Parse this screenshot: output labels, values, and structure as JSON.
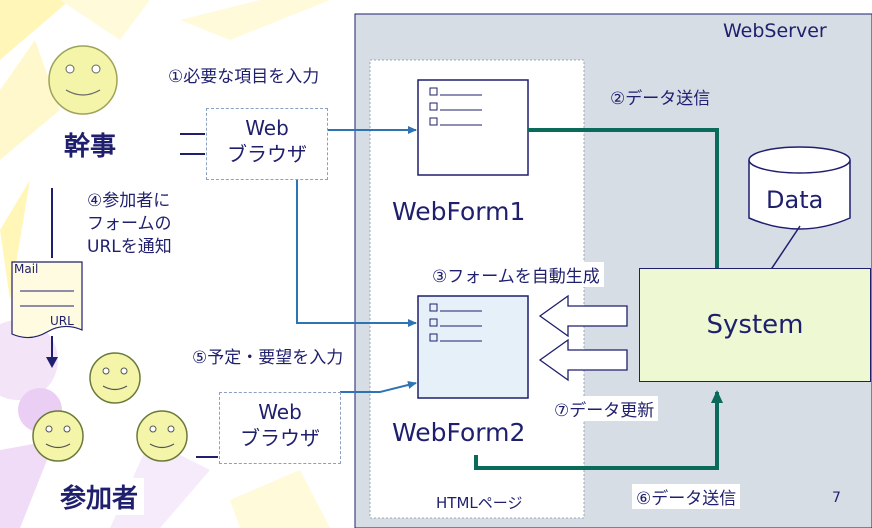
{
  "server": {
    "title": "WebServer"
  },
  "html_page": {
    "label": "HTMLページ"
  },
  "actors": {
    "organizer": "幹事",
    "participants": "参加者"
  },
  "browsers": [
    {
      "line1": "Web",
      "line2": "ブラウザ"
    },
    {
      "line1": "Web",
      "line2": "ブラウザ"
    }
  ],
  "forms": {
    "form1": "WebForm1",
    "form2": "WebForm2"
  },
  "system": {
    "label": "System"
  },
  "database": {
    "label": "Data"
  },
  "mail": {
    "title": "Mail",
    "url": "URL"
  },
  "steps": {
    "s1": "①必要な項目を入力",
    "s2": "②データ送信",
    "s3": "③フォームを自動生成",
    "s4_l1": "④参加者に",
    "s4_l2": "フォームの",
    "s4_l3": "URLを通知",
    "s5": "⑤予定・要望を入力",
    "s6": "⑥データ送信",
    "s7": "⑦データ更新"
  },
  "page_number": "7",
  "colors": {
    "server_bg": "#d6dde5",
    "navy": "#1f1f6e",
    "teal_arrow": "#0b6b5a",
    "blue_arrow": "#2e74b5",
    "face_fill": "#f4f5a8",
    "system_fill": "#eef8d2",
    "deco_yellow": "#fff6b0",
    "deco_purple": "#e9c9f2"
  }
}
